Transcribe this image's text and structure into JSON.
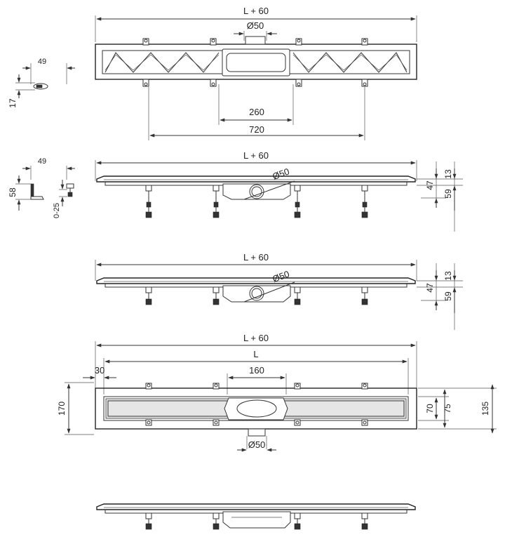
{
  "view1": {
    "overall": "L + 60",
    "outlet": "Ø50",
    "side_width": "49",
    "side_height": "17",
    "center_span": "260",
    "total_span": "720"
  },
  "view2": {
    "overall": "L + 60",
    "outlet": "Ø50",
    "side_width": "49",
    "side_height": "58",
    "adjust": "0-25",
    "height_a": "47",
    "height_b": "59",
    "height_c": "13"
  },
  "view3": {
    "overall": "L + 60",
    "outlet": "Ø50",
    "height_a": "47",
    "height_b": "59",
    "height_c": "13"
  },
  "view4": {
    "overall": "L + 60",
    "length": "L",
    "edge": "30",
    "center": "160",
    "outlet": "Ø50",
    "height": "170",
    "inner_a": "70",
    "inner_b": "75",
    "total_h": "135"
  }
}
